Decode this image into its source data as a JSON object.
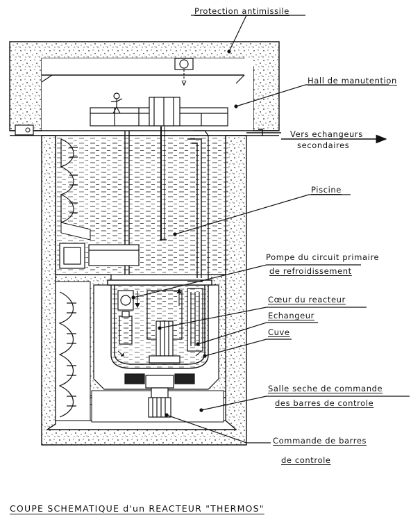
{
  "labels": {
    "protection": "Protection  antimissile",
    "hall": "Hall  de manutention",
    "vers1": "Vers echangeurs",
    "vers2": "secondaires",
    "piscine": "Piscine",
    "pompe1": "Pompe du circuit primaire",
    "pompe2": "de  refroidissement",
    "coeur": "Cœur du reacteur",
    "echangeur": "Echangeur",
    "cuve": "Cuve",
    "salle1": "Salle seche de commande",
    "salle2": "des barres de controle",
    "commande1": "Commande  de  barres",
    "commande2": "de  controle"
  },
  "caption": "COUPE  SCHEMATIQUE  d'un  REACTEUR  \"THERMOS\"",
  "colors": {
    "ink": "#111111",
    "paper": "#ffffff"
  }
}
